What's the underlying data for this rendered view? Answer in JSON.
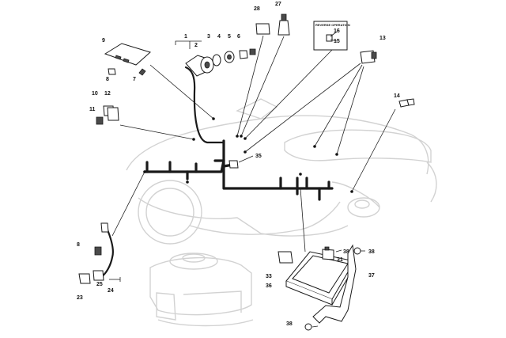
{
  "diagram": {
    "callouts": {
      "c1": "1",
      "c2": "2",
      "c3": "3",
      "c4": "4",
      "c5": "5",
      "c6": "6",
      "c7": "7",
      "c8a": "8",
      "c8b": "8",
      "c9": "9",
      "c10": "10",
      "c11": "11",
      "c12": "12",
      "c13": "13",
      "c14": "14",
      "c15": "15",
      "c16": "16",
      "c23": "23",
      "c24": "24",
      "c25": "25",
      "c27": "27",
      "c28": "28",
      "c31": "31",
      "c33": "33",
      "c35": "35",
      "c36": "36",
      "c37": "37",
      "c38a": "38",
      "c38b": "38",
      "c38c": "38"
    },
    "inset_label": "REVERSE OPERATION"
  }
}
